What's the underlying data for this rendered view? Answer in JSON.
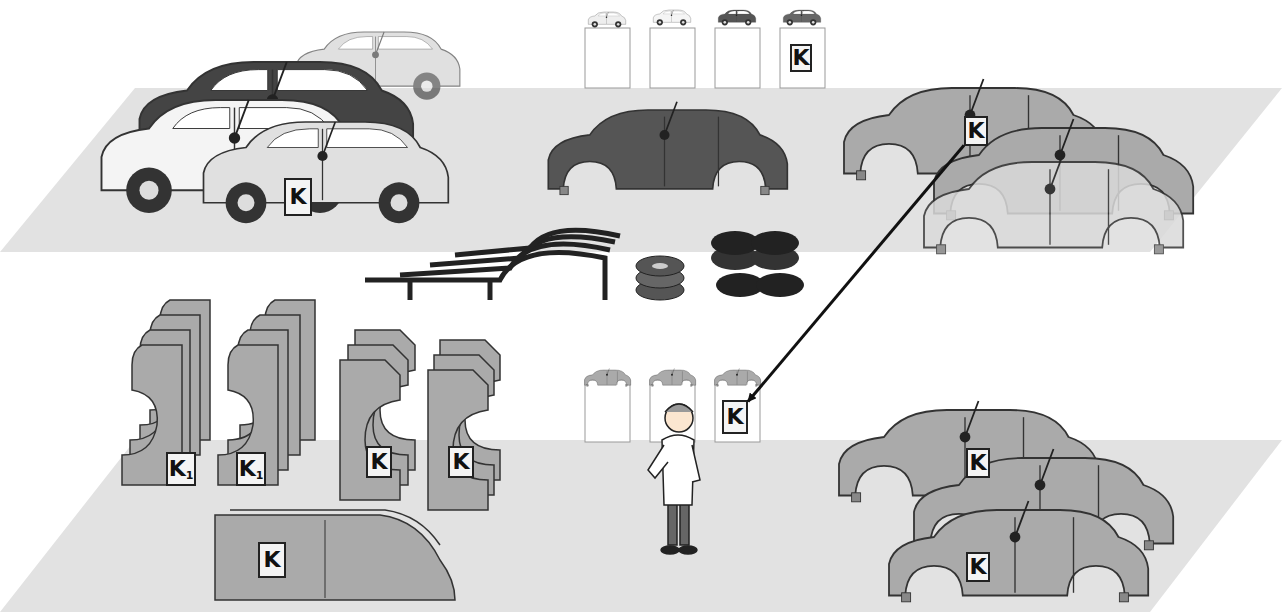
{
  "diagram": {
    "nodes": [
      {
        "text": [
          "K"
        ]
      },
      {
        "text": [
          "K"
        ]
      },
      {
        "text": [
          "K"
        ]
      },
      {
        "text": [
          "K"
        ]
      },
      {
        "text": [
          "K",
          "1"
        ]
      },
      {
        "text": [
          "K",
          "1"
        ]
      },
      {
        "text": [
          "K"
        ]
      },
      {
        "text": [
          "K"
        ]
      },
      {
        "text": [
          "K"
        ]
      },
      {
        "text": [
          "K"
        ]
      },
      {
        "text": [
          "K"
        ]
      }
    ],
    "edges": [
      {
        "from": 1,
        "to": 3,
        "arrow": "to"
      }
    ]
  }
}
